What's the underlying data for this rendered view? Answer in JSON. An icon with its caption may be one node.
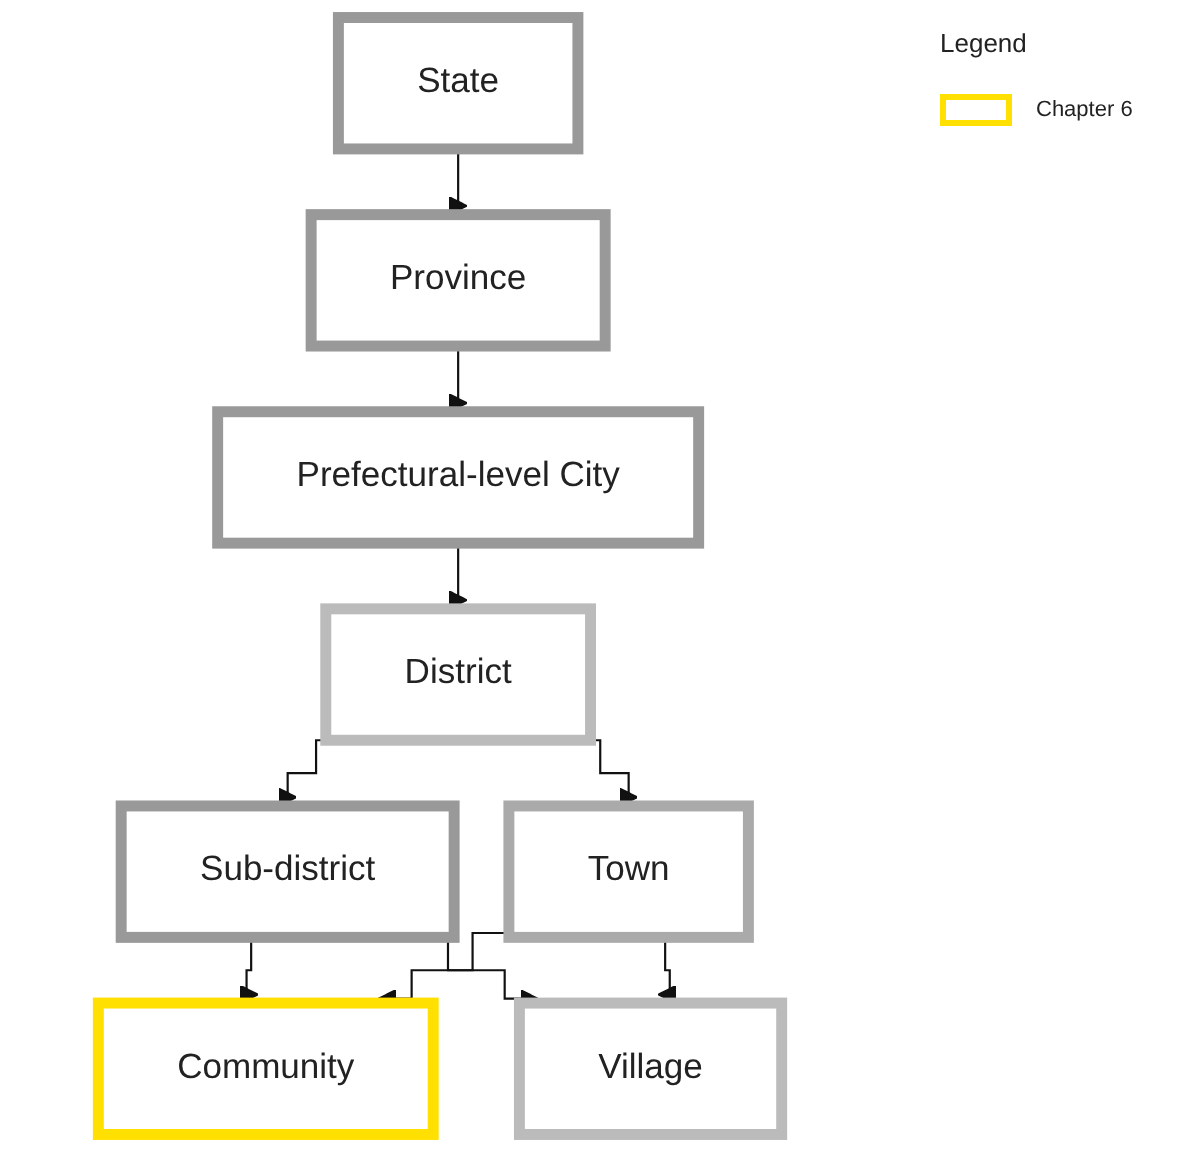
{
  "diagram": {
    "nodes": [
      {
        "text": [
          "State"
        ]
      },
      {
        "text": [
          "Province"
        ]
      },
      {
        "text": [
          "Prefectural-level City"
        ]
      },
      {
        "text": [
          "District"
        ]
      },
      {
        "text": [
          "Sub-district"
        ]
      },
      {
        "text": [
          "Town"
        ]
      },
      {
        "text": [
          "Community"
        ]
      },
      {
        "text": [
          "Village"
        ]
      }
    ],
    "edges": [
      {
        "from": 0,
        "to": 1,
        "arrow": "to"
      },
      {
        "from": 1,
        "to": 2,
        "arrow": "to"
      },
      {
        "from": 2,
        "to": 3,
        "arrow": "to"
      },
      {
        "from": 3,
        "to": 4,
        "arrow": "to"
      },
      {
        "from": 3,
        "to": 5,
        "arrow": "to"
      },
      {
        "from": 4,
        "to": 6,
        "arrow": "to"
      },
      {
        "from": 4,
        "to": 7,
        "arrow": "to"
      },
      {
        "from": 5,
        "to": 6,
        "arrow": "to"
      },
      {
        "from": 5,
        "to": 7,
        "arrow": "to"
      }
    ],
    "labels": [
      "Legend"
    ],
    "legend": [
      {
        "text": "Chapter 6",
        "color": "#ffe000"
      }
    ]
  }
}
